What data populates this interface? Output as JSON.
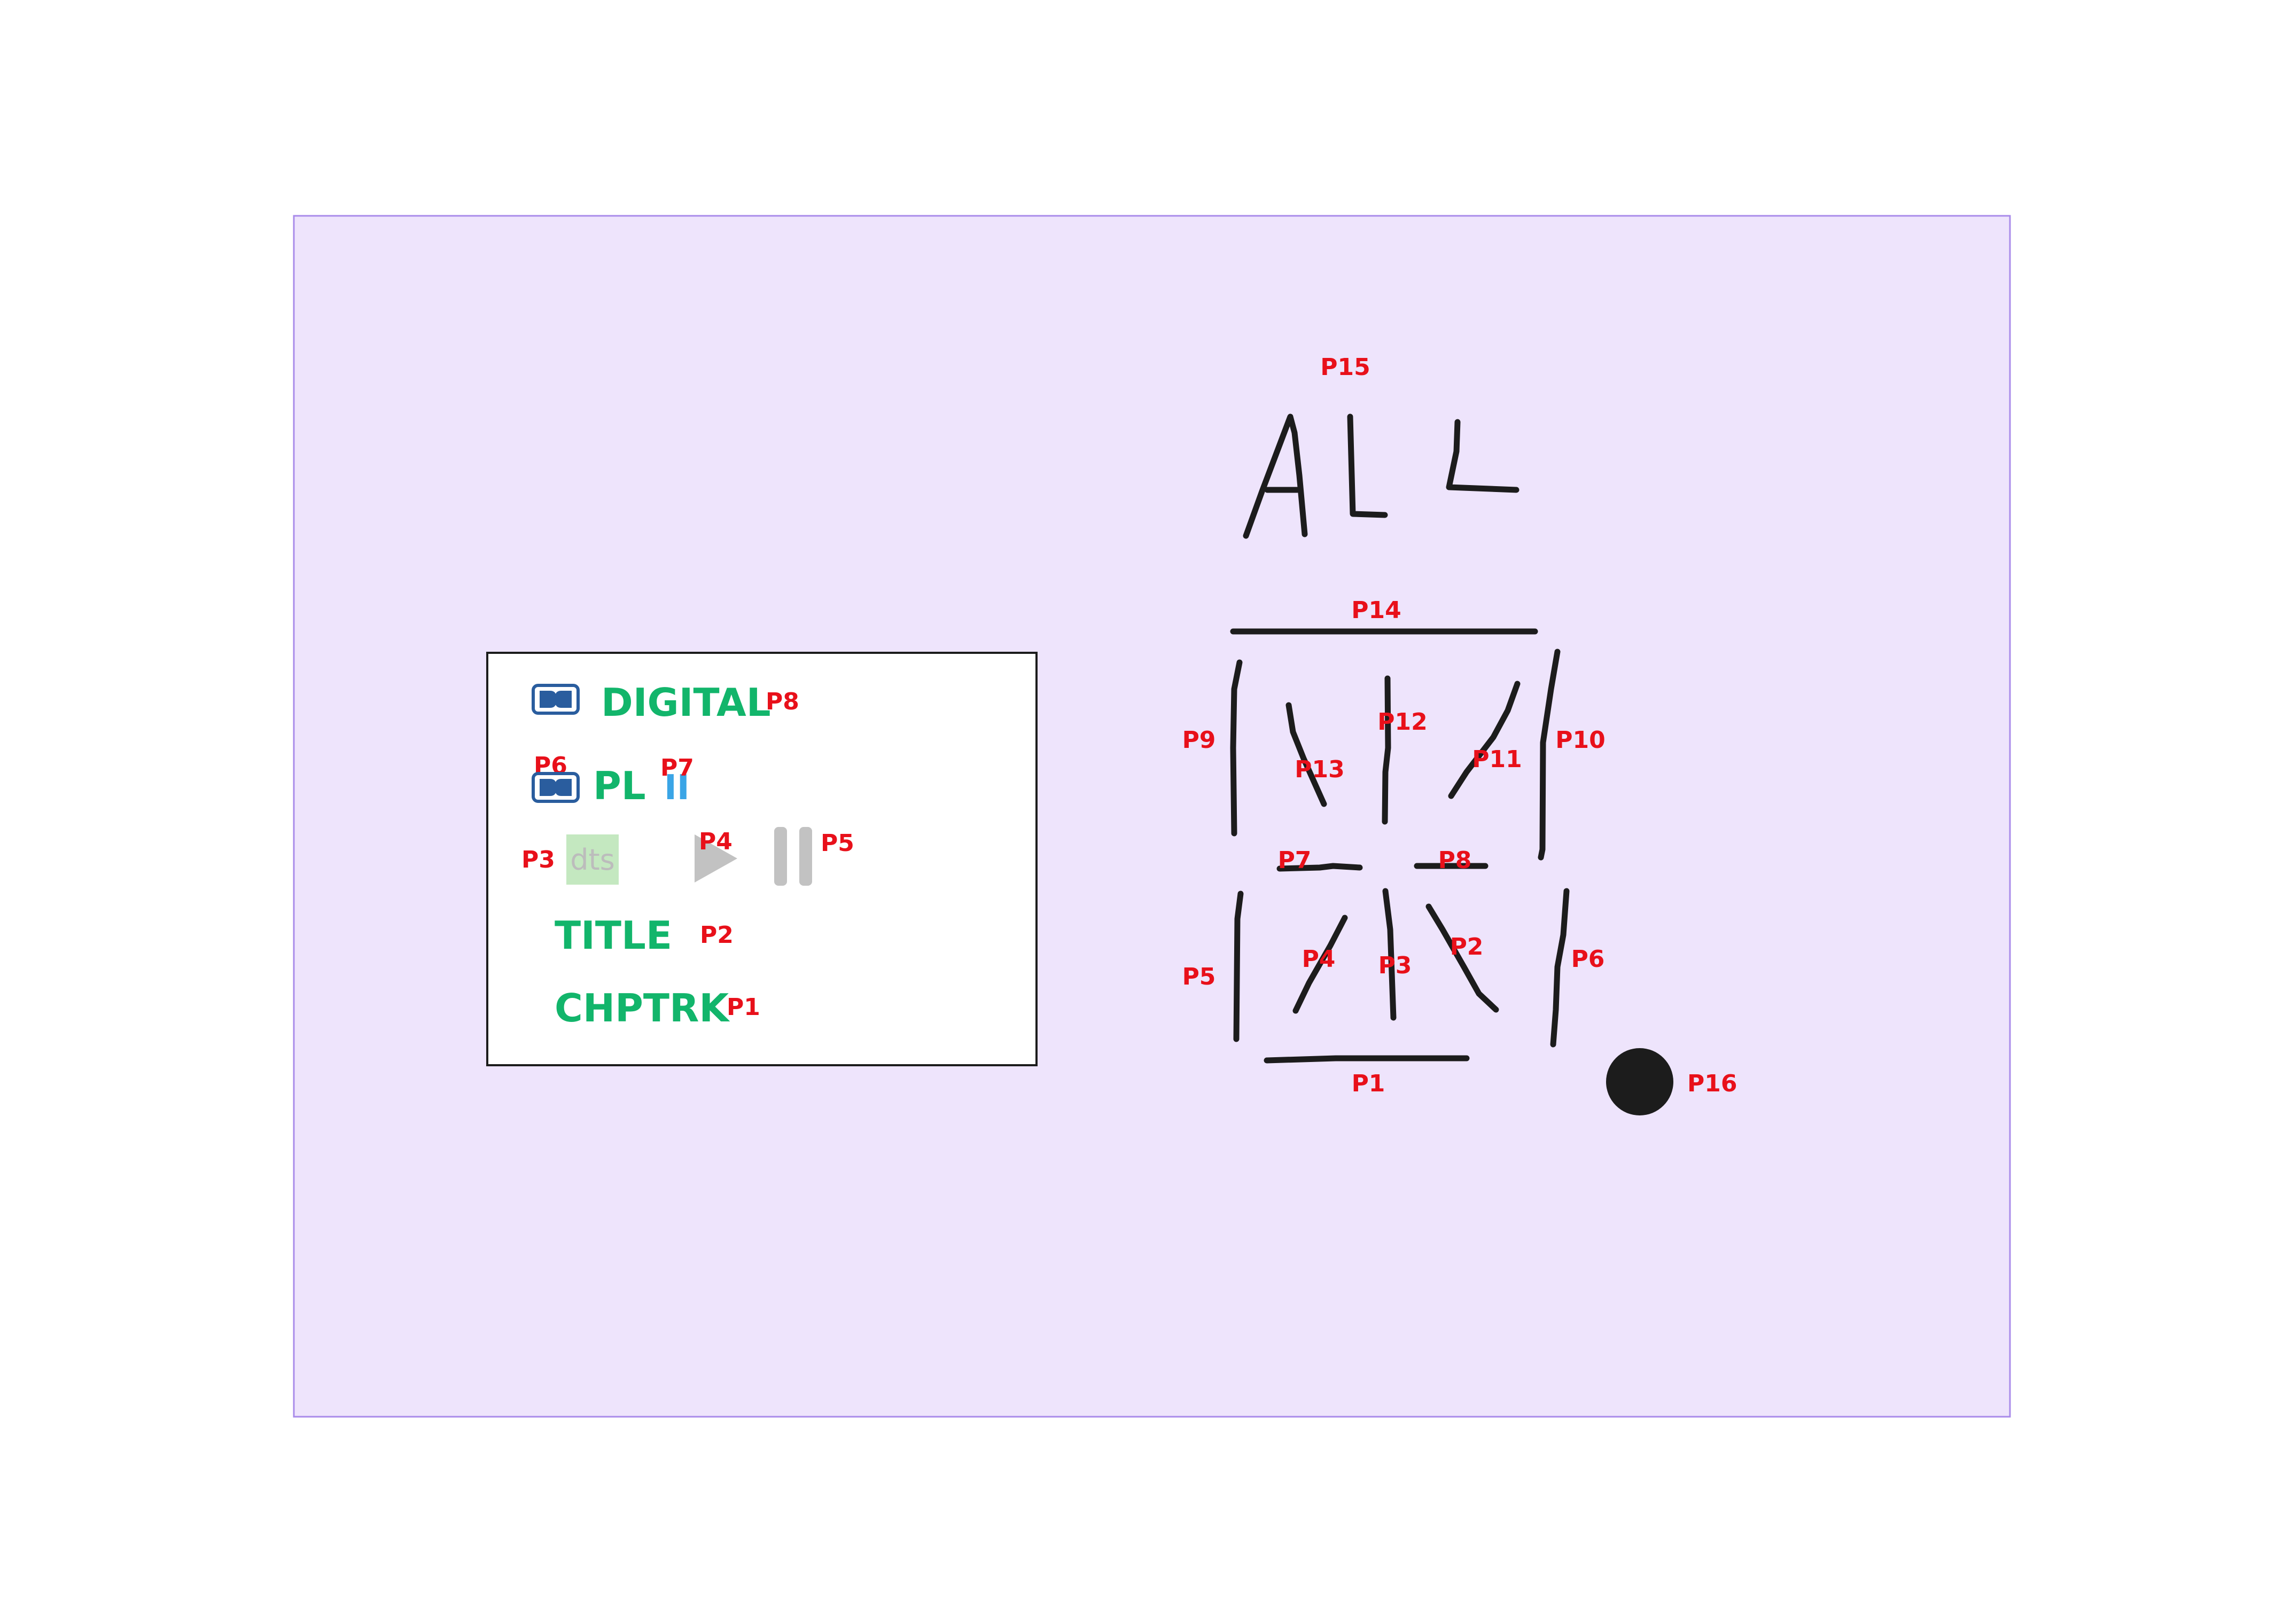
{
  "colors": {
    "board_fill": "#eee4fc",
    "board_stroke": "#a98bea",
    "label_red": "#e8101a",
    "text_green": "#12b56b",
    "ink": "#1c1c1c",
    "dolby_blue": "#2a5d9e",
    "pl2_blue": "#3aa5e6",
    "icon_grey": "#c2c2c2",
    "dts_box": "#c4e8c0"
  },
  "legend": {
    "digital_text": "DIGITAL",
    "pl_text": "PL",
    "pl2_mark": "II",
    "dts_text": "dts",
    "title_text": "TITLE",
    "chptrk_text": "CHPTRK",
    "icons": [
      "dolby-double-d-icon",
      "dts-logo-icon",
      "play-icon",
      "pause-icon"
    ],
    "pin_labels": {
      "digital": "P8",
      "dolby_pl": "P6",
      "pl2": "P7",
      "dts": "P3",
      "play": "P4",
      "pause": "P5",
      "title": "P2",
      "chptrk": "P1"
    }
  },
  "display": {
    "all_text": "ALL",
    "all_label": "P15",
    "segments": {
      "top": "P14",
      "upper_left": "P9",
      "upper_right": "P10",
      "upper_center": "P12",
      "upper_right_diagonal": "P11",
      "upper_left_diagonal": "P13",
      "middle_left": "P7",
      "middle_right": "P8",
      "lower_left": "P5",
      "lower_left_diagonal": "P4",
      "lower_center": "P3",
      "lower_right_diagonal": "P2",
      "lower_right": "P6",
      "bottom": "P1"
    },
    "dot_label": "P16"
  }
}
